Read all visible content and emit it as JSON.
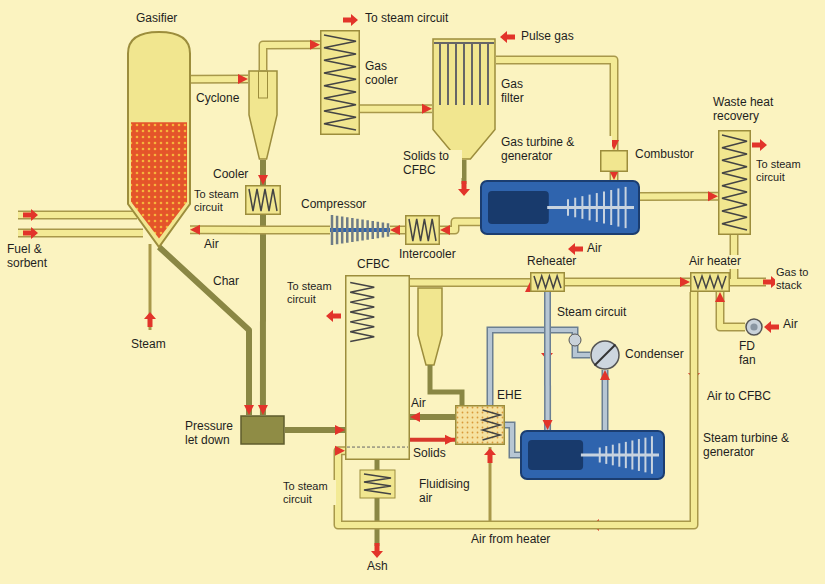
{
  "diagram": {
    "nodes": [
      {
        "text": [
          "Gasifier"
        ]
      },
      {
        "text": [
          "Cyclone"
        ]
      },
      {
        "text": [
          "Gas cooler"
        ]
      },
      {
        "text": [
          "Gas filter"
        ]
      },
      {
        "text": [
          "Cooler"
        ]
      },
      {
        "text": [
          "Compressor"
        ]
      },
      {
        "text": [
          "Intercooler"
        ]
      },
      {
        "text": [
          "Gas turbine & generator"
        ]
      },
      {
        "text": [
          "Combustor"
        ]
      },
      {
        "text": [
          "Waste heat recovery"
        ]
      },
      {
        "text": [
          "CFBC"
        ]
      },
      {
        "text": [
          "Reheater"
        ]
      },
      {
        "text": [
          "Air heater"
        ]
      },
      {
        "text": [
          "FD fan"
        ]
      },
      {
        "text": [
          "Condenser"
        ]
      },
      {
        "text": [
          "EHE"
        ]
      },
      {
        "text": [
          "Steam turbine & generator"
        ]
      },
      {
        "text": [
          "Pressure let down"
        ]
      }
    ],
    "edges": [
      {
        "from": 0,
        "to": 1,
        "arrow": "to"
      },
      {
        "from": 1,
        "to": 2,
        "arrow": "to"
      },
      {
        "from": 2,
        "to": 3,
        "arrow": "to"
      },
      {
        "from": 3,
        "to": 8,
        "arrow": "to"
      },
      {
        "from": 1,
        "to": 4,
        "arrow": "to"
      },
      {
        "from": 4,
        "to": 17,
        "arrow": "to"
      },
      {
        "from": 0,
        "to": 17,
        "arrow": "to"
      },
      {
        "from": 17,
        "to": 10,
        "arrow": "to"
      },
      {
        "from": 5,
        "to": 0,
        "arrow": "to"
      },
      {
        "from": 6,
        "to": 5,
        "arrow": "to"
      },
      {
        "from": 7,
        "to": 6,
        "arrow": "to"
      },
      {
        "from": 8,
        "to": 7,
        "arrow": "to"
      },
      {
        "from": 7,
        "to": 9,
        "arrow": "to"
      },
      {
        "from": 10,
        "to": 11,
        "arrow": "to"
      },
      {
        "from": 11,
        "to": 12,
        "arrow": "to"
      },
      {
        "from": 13,
        "to": 12,
        "arrow": "to"
      },
      {
        "from": 12,
        "to": 10,
        "arrow": "to"
      },
      {
        "from": 10,
        "to": 15,
        "arrow": "to"
      },
      {
        "from": 15,
        "to": 10,
        "arrow": "to"
      },
      {
        "from": 11,
        "to": 16,
        "arrow": "to"
      },
      {
        "from": 16,
        "to": 14,
        "arrow": "to"
      }
    ],
    "labels": [
      "To steam circuit",
      "Pulse gas",
      "Solids to CFBC",
      "To steam circuit",
      "Air",
      "Fuel & sorbent",
      "Air",
      "To steam circuit",
      "Gas to stack",
      "Char",
      "Steam",
      "To steam circuit",
      "Air",
      "Steam circuit",
      "Air",
      "Air to CFBC",
      "Solids",
      "Fluidising air",
      "To steam circuit",
      "Air from heater",
      "Ash"
    ]
  }
}
